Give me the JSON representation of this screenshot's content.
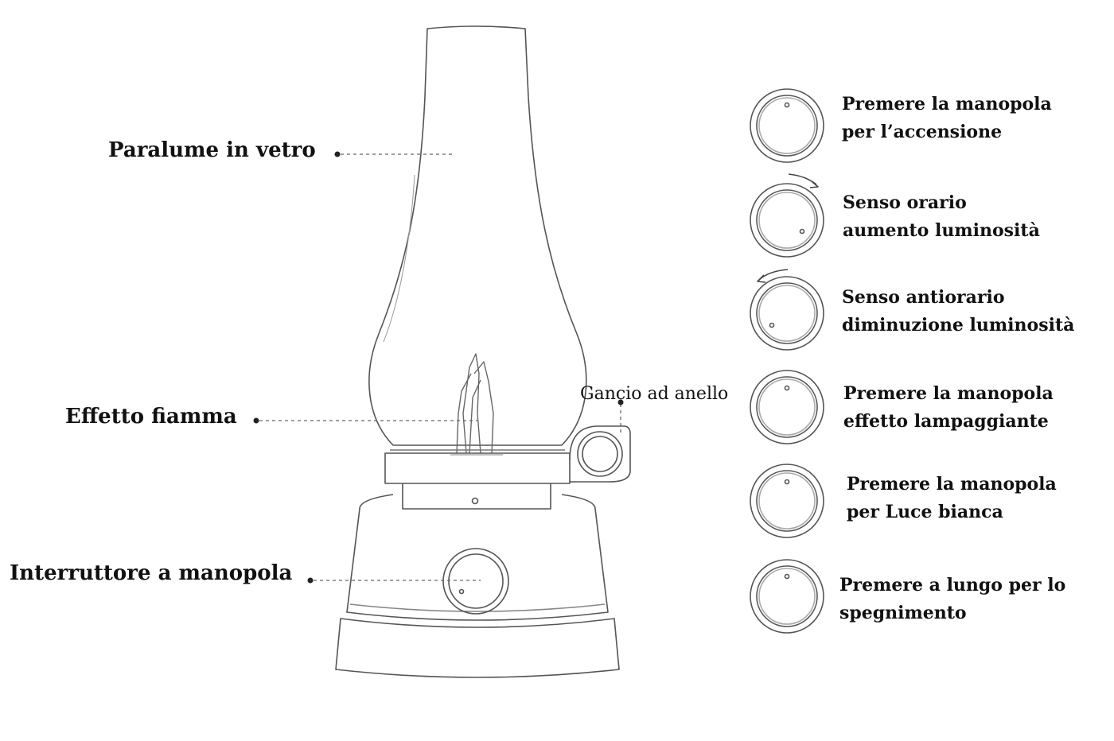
{
  "diagram": {
    "callouts": {
      "glass_shade": "Paralume in vetro",
      "flame_effect": "Effetto fiamma",
      "ring_hook": "Gancio ad anello",
      "knob_switch": "Interruttore a manopola"
    },
    "instructions": [
      {
        "line1": "Premere la manopola",
        "line2": "per l’accensione",
        "gesture": "press"
      },
      {
        "line1": "Senso orario",
        "line2": "aumento luminosità",
        "gesture": "rotate-clockwise"
      },
      {
        "line1": "Senso antiorario",
        "line2": "diminuzione luminosità",
        "gesture": "rotate-counterclockwise"
      },
      {
        "line1": "Premere la manopola",
        "line2": "effetto lampaggiante",
        "gesture": "press"
      },
      {
        "line1": "Premere la manopola",
        "line2": "per Luce bianca",
        "gesture": "press"
      },
      {
        "line1": "Premere a lungo per lo",
        "line2": "spegnimento",
        "gesture": "long-press"
      }
    ],
    "colors": {
      "line": "#555555",
      "text": "#111111",
      "background": "#ffffff"
    }
  }
}
